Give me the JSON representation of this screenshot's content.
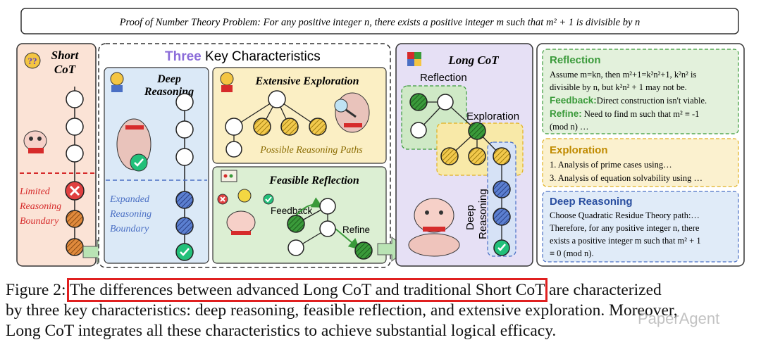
{
  "title": "Proof of Number Theory Problem: For any positive integer n, there exists a positive integer m such that m² + 1 is divisible by n",
  "short_cot": {
    "title_line1": "Short",
    "title_line2": "CoT",
    "boundary_line1": "Limited",
    "boundary_line2": "Reasoning",
    "boundary_line3": "Boundary"
  },
  "key_characteristics": {
    "title_highlight": "Three",
    "title_rest": " Key Characteristics",
    "deep_reasoning": {
      "title_line1": "Deep",
      "title_line2": "Reasoning",
      "boundary_line1": "Expanded",
      "boundary_line2": "Reasoning",
      "boundary_line3": "Boundary"
    },
    "extensive_exploration": {
      "title": "Extensive Exploration",
      "paths_label": "Possible Reasoning Paths"
    },
    "feasible_reflection": {
      "title": "Feasible Reflection",
      "feedback_label": "Feedback",
      "refine_label": "Refine"
    }
  },
  "long_cot": {
    "title": "Long CoT",
    "reflection_label": "Reflection",
    "exploration_label": "Exploration",
    "deep_label_line1": "Deep",
    "deep_label_line2": "Reasoning"
  },
  "details": {
    "reflection": {
      "title": "Reflection",
      "body_line1": "Assume m=kn, then m²+1=k²n²+1, k²n² is",
      "body_line2": "divisible by n, but k²n² + 1 may not be.",
      "feedback_label": "Feedback:",
      "feedback_text": "Direct construction isn't viable.",
      "refine_label": "Refine:",
      "refine_text": " Need to find m such that m² ≡ -1",
      "refine_text2": "(mod n) …"
    },
    "exploration": {
      "title": "Exploration",
      "line1": "1. Analysis of prime cases using…",
      "line2": "3. Analysis of equation solvability using …"
    },
    "deep_reasoning": {
      "title": "Deep Reasoning",
      "line1": "Choose Quadratic Residue Theory path:…",
      "line2": "Therefore, for any positive integer n, there",
      "line3": "exists a positive integer m such that m² + 1",
      "line4": "≡ 0 (mod n)."
    }
  },
  "caption": {
    "prefix": "Figure 2: ",
    "highlight": "The differences between advanced Long CoT and traditional Short CoT",
    "rest1": " are characterized",
    "line2": "by three key characteristics: deep reasoning, feasible reflection, and extensive exploration. Moreover,",
    "line3": "Long CoT integrates all these characteristics to achieve substantial logical efficacy."
  },
  "watermark": "PaperAgent",
  "colors": {
    "green_node": "#2f8f2f",
    "blue_node": "#4a6fc4",
    "yellow_node": "#e0b020",
    "brown_node": "#c8742e",
    "red_node": "#e04040",
    "short_bg": "#fbe3d6",
    "deep_bg": "#dbe9f7",
    "explore_bg": "#fbefc4",
    "reflect_bg": "#dcefd3",
    "long_bg": "#e6e0f5",
    "refl_box_bg": "#e3f1dc",
    "expl_box_bg": "#fbf1cf",
    "deep_box_bg": "#e0ebf8"
  }
}
